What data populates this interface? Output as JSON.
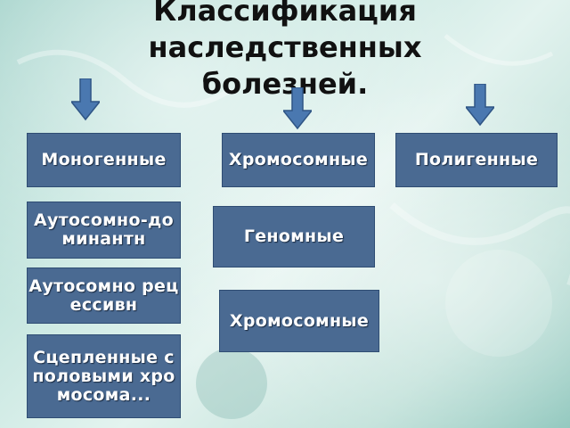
{
  "title": "Классификация наследственных болезней.",
  "categories": {
    "monogenic": "Моногенные",
    "chromosomal": "Хромосомные",
    "polygenic": "Полигенные"
  },
  "monogenic_types": {
    "autosomal_dominant": "Аутосомно-доминантн",
    "autosomal_recessive": "Аутосомно рецессивн",
    "sex_linked": "Сцепленные с половыми хромосома..."
  },
  "chromosomal_types": {
    "genomic": "Геномные",
    "chromosomal": "Хромосомные"
  },
  "colors": {
    "box_fill": "#4a6a92",
    "arrow_fill": "#4a78b0"
  },
  "icons": [
    "arrow-down-icon"
  ]
}
